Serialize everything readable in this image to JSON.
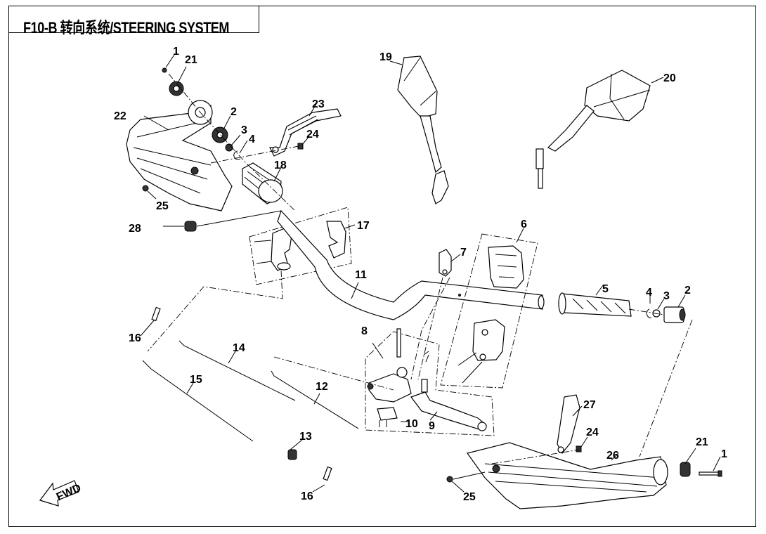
{
  "title": "F10-B 转向系统/STEERING SYSTEM",
  "fwd_label": "FWD",
  "callouts": [
    {
      "id": "c1a",
      "text": "1"
    },
    {
      "id": "c21a",
      "text": "21"
    },
    {
      "id": "c22",
      "text": "22"
    },
    {
      "id": "c2a",
      "text": "2"
    },
    {
      "id": "c3a",
      "text": "3"
    },
    {
      "id": "c4a",
      "text": "4"
    },
    {
      "id": "c23",
      "text": "23"
    },
    {
      "id": "c24a",
      "text": "24"
    },
    {
      "id": "c18",
      "text": "18"
    },
    {
      "id": "c25a",
      "text": "25"
    },
    {
      "id": "c28",
      "text": "28"
    },
    {
      "id": "c17",
      "text": "17"
    },
    {
      "id": "c19",
      "text": "19"
    },
    {
      "id": "c20",
      "text": "20"
    },
    {
      "id": "c6",
      "text": "6"
    },
    {
      "id": "c7",
      "text": "7"
    },
    {
      "id": "c11",
      "text": "11"
    },
    {
      "id": "c5",
      "text": "5"
    },
    {
      "id": "c4b",
      "text": "4"
    },
    {
      "id": "c3b",
      "text": "3"
    },
    {
      "id": "c2b",
      "text": "2"
    },
    {
      "id": "c16a",
      "text": "16"
    },
    {
      "id": "c14",
      "text": "14"
    },
    {
      "id": "c8",
      "text": "8"
    },
    {
      "id": "c15",
      "text": "15"
    },
    {
      "id": "c12",
      "text": "12"
    },
    {
      "id": "c10",
      "text": "10"
    },
    {
      "id": "c9",
      "text": "9"
    },
    {
      "id": "c27",
      "text": "27"
    },
    {
      "id": "c24b",
      "text": "24"
    },
    {
      "id": "c13",
      "text": "13"
    },
    {
      "id": "c21b",
      "text": "21"
    },
    {
      "id": "c1b",
      "text": "1"
    },
    {
      "id": "c26",
      "text": "26"
    },
    {
      "id": "c16b",
      "text": "16"
    },
    {
      "id": "c25b",
      "text": "25"
    }
  ]
}
